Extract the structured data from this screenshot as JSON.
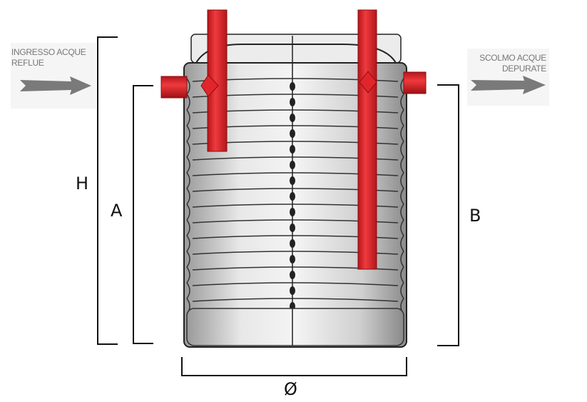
{
  "inlet": {
    "line1": "INGRESSO ACQUE",
    "line2": "REFLUE"
  },
  "outlet": {
    "line1": "SCOLMO ACQUE",
    "line2": "DEPURATE"
  },
  "dimensions": {
    "h": "H",
    "a": "A",
    "b": "B",
    "diameter": "Ø"
  },
  "colors": {
    "pipe": "#e0262b",
    "arrow": "#7a7a7a",
    "tank": "#d8d8d8",
    "line": "#111111"
  }
}
